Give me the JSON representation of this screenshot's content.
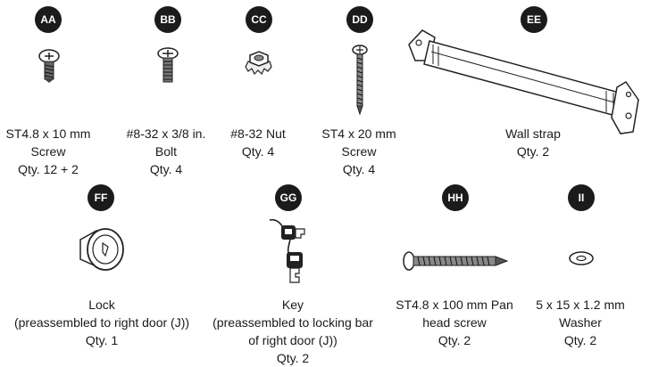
{
  "parts": [
    {
      "letter": "AA",
      "name": "ST4.8 x 10 mm",
      "name2": "Screw",
      "qty": "Qty. 12 + 2",
      "icon": "pan-head-screw-icon"
    },
    {
      "letter": "BB",
      "name": "#8-32 x 3/8 in.",
      "name2": "Bolt",
      "qty": "Qty. 4",
      "icon": "machine-bolt-icon"
    },
    {
      "letter": "CC",
      "name": "#8-32 Nut",
      "qty": "Qty. 4",
      "icon": "keps-nut-icon"
    },
    {
      "letter": "DD",
      "name": "ST4 x 20 mm",
      "name2": "Screw",
      "qty": "Qty. 4",
      "icon": "wood-screw-icon"
    },
    {
      "letter": "EE",
      "name": "Wall strap",
      "qty": "Qty. 2",
      "icon": "wall-strap-icon"
    },
    {
      "letter": "FF",
      "name": "Lock",
      "name2": "(preassembled to right door (J))",
      "qty": "Qty. 1",
      "icon": "cam-lock-icon"
    },
    {
      "letter": "GG",
      "name": "Key",
      "name2": "(preassembled to locking bar",
      "name3": "of right door (J))",
      "qty": "Qty. 2",
      "icon": "keys-icon"
    },
    {
      "letter": "HH",
      "name": "ST4.8 x 100 mm Pan",
      "name2": "head screw",
      "qty": "Qty. 2",
      "icon": "long-pan-head-screw-icon"
    },
    {
      "letter": "II",
      "name": "5 x 15 x 1.2 mm",
      "name2": "Washer",
      "qty": "Qty. 2",
      "icon": "washer-icon"
    }
  ]
}
